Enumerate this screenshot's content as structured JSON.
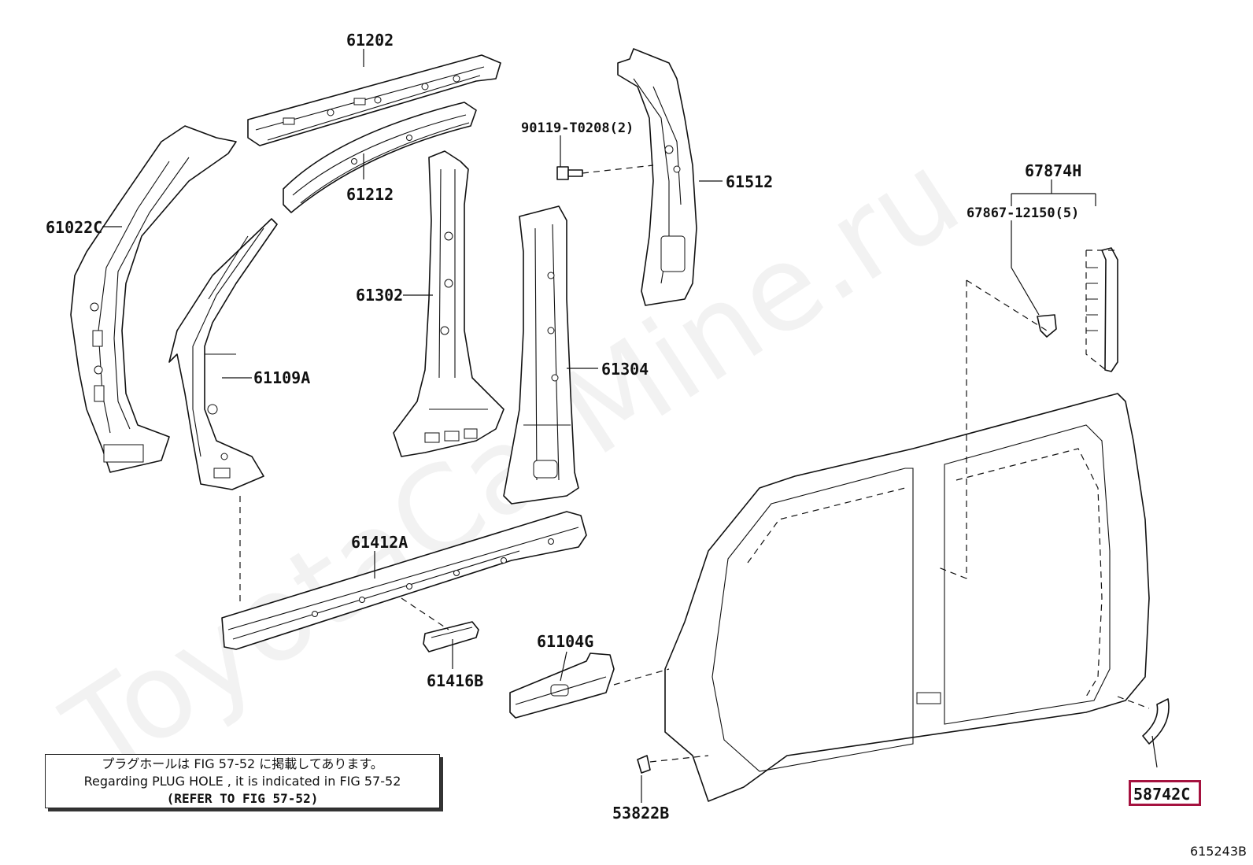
{
  "watermark": "ToyotaCarMine.ru",
  "parts": {
    "p61202": "61202",
    "p61212": "61212",
    "p90119": "90119-T0208(2)",
    "p61512": "61512",
    "p61022c": "61022C",
    "p61302": "61302",
    "p61109a": "61109A",
    "p61304": "61304",
    "p67874h": "67874H",
    "p67867": "67867-12150(5)",
    "p61412a": "61412A",
    "p61416b": "61416B",
    "p61104g": "61104G",
    "p53822b": "53822B",
    "p58742c": "58742C"
  },
  "note": {
    "line1": "プラグホールは FIG 57-52 に掲載してあります。",
    "line2": "Regarding PLUG HOLE , it is indicated in FIG 57-52",
    "line3": "(REFER TO FIG 57-52)"
  },
  "figure_code": "615243B",
  "highlight_color": "#a5123f"
}
